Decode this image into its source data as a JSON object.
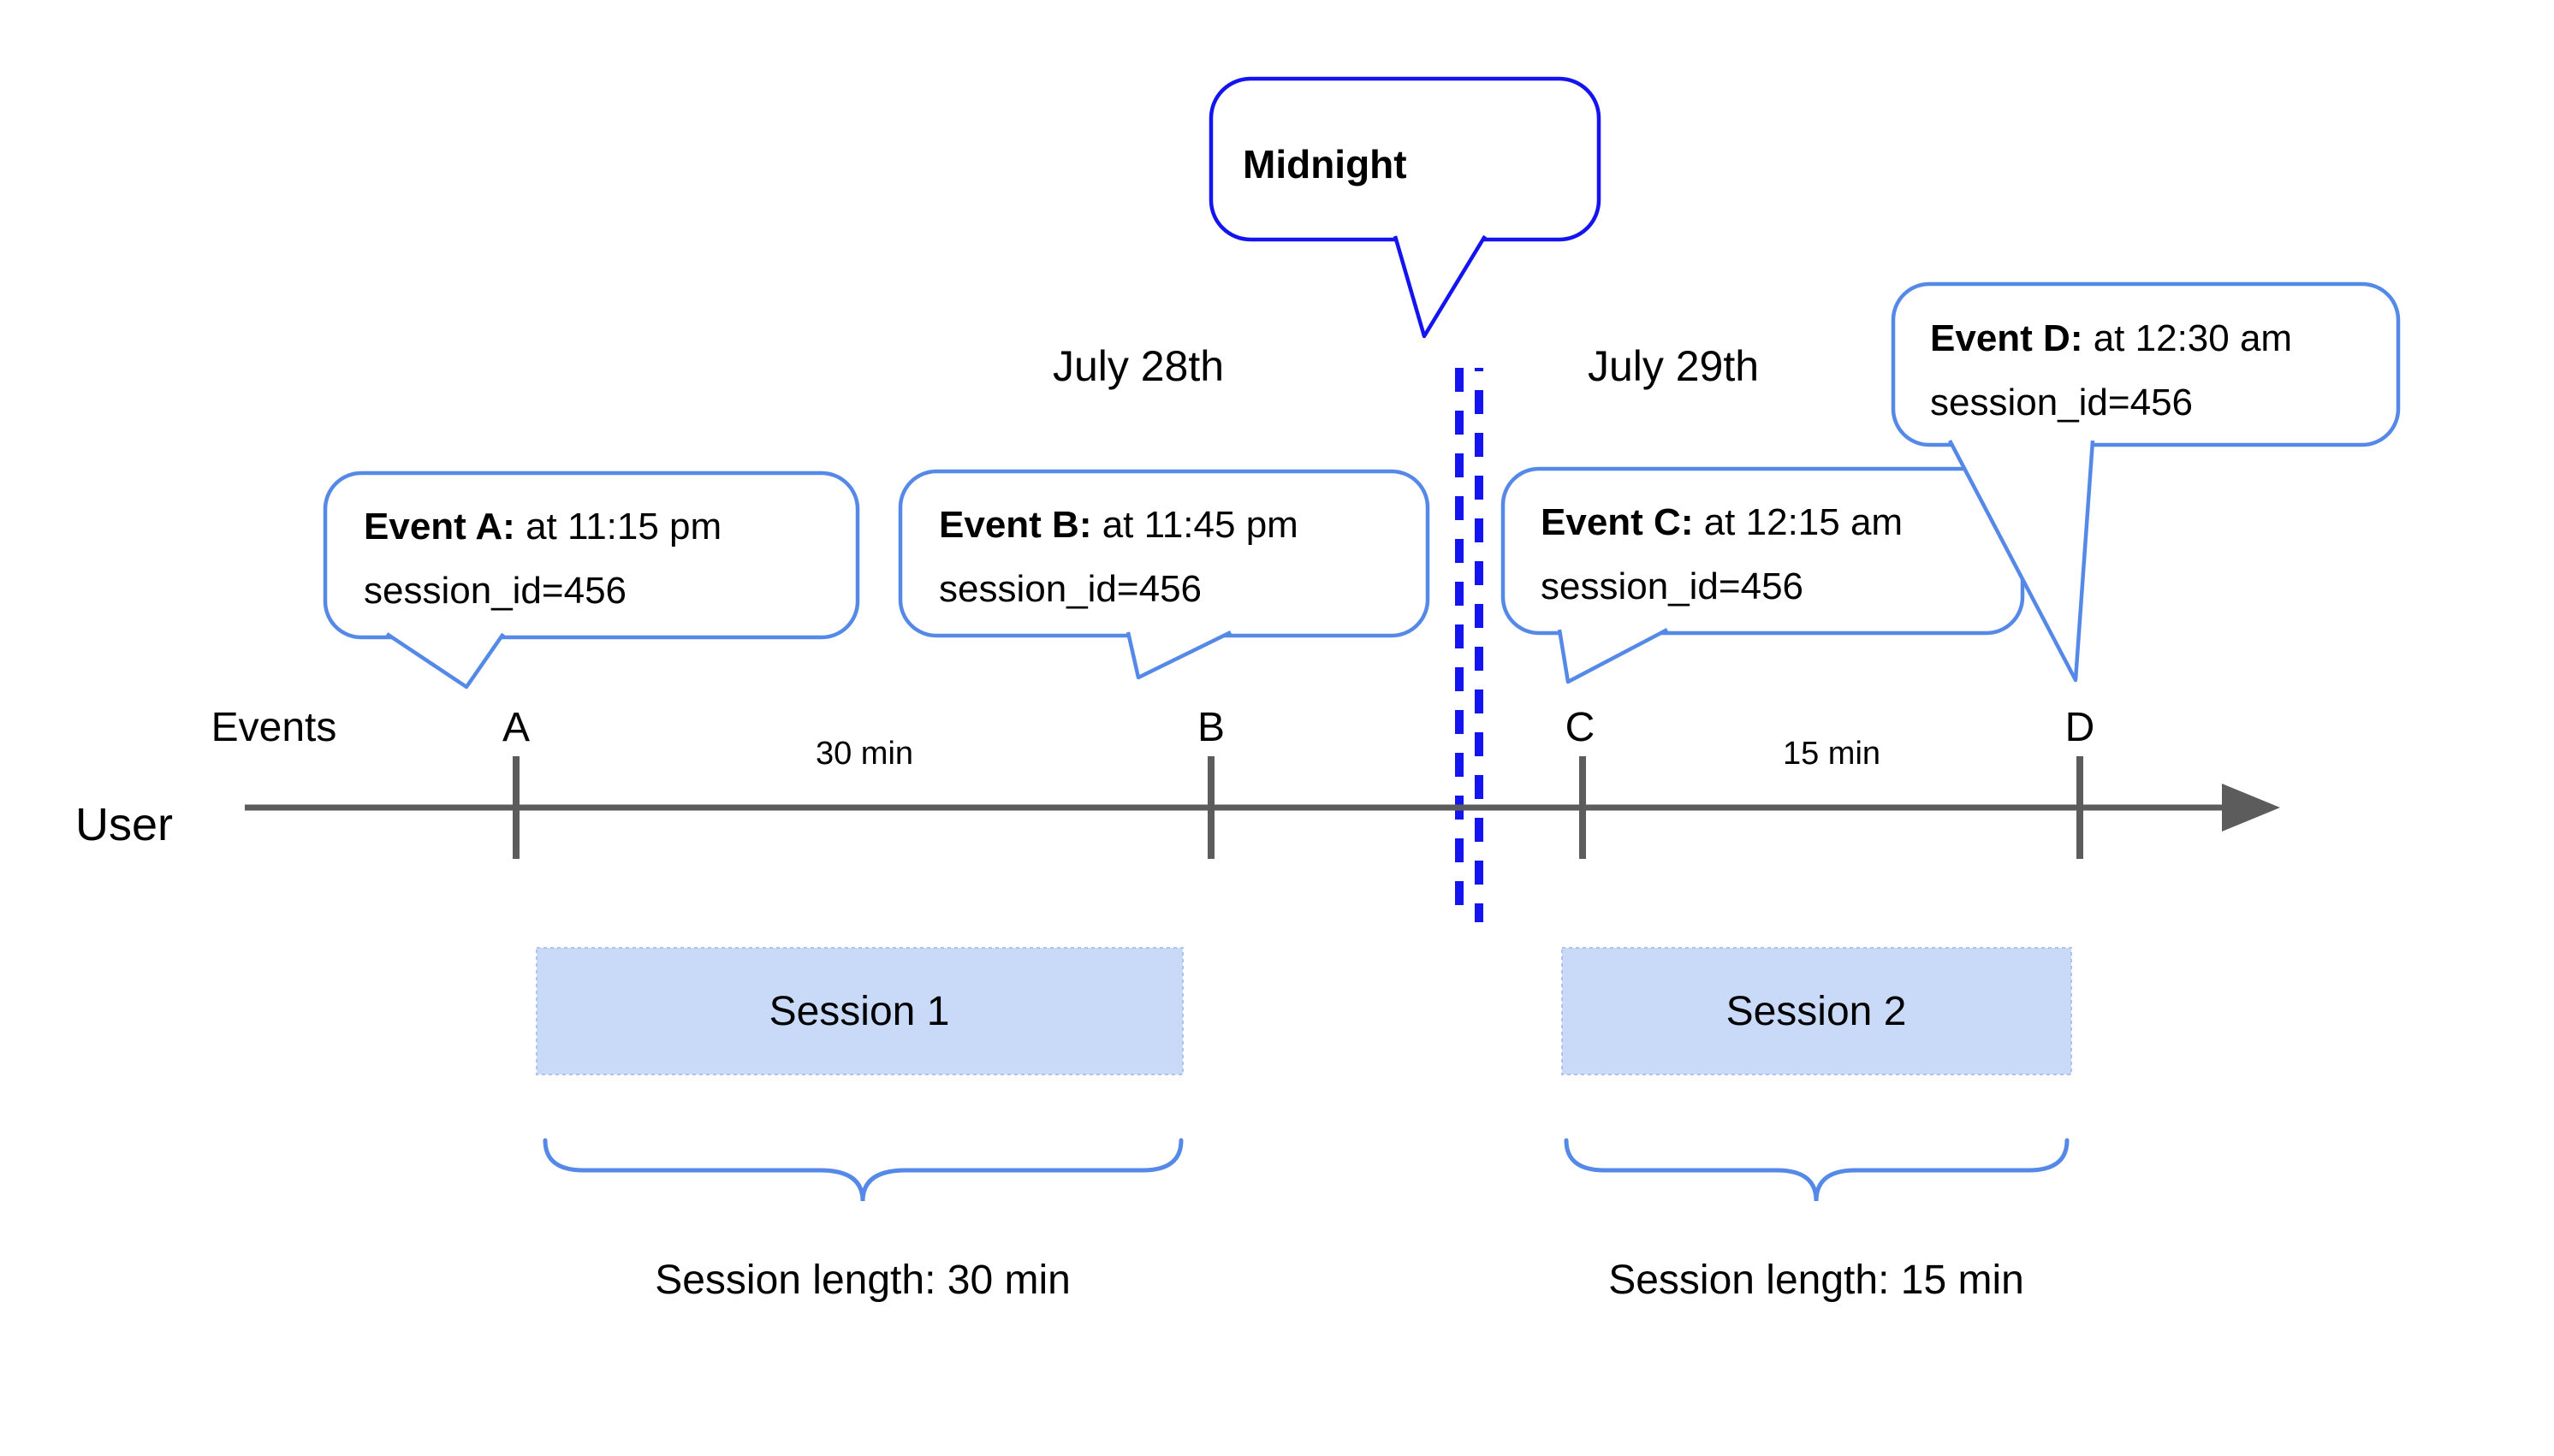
{
  "diagram": {
    "dates": {
      "left": "July 28th",
      "right": "July 29th"
    },
    "midnight_callout": {
      "label": "Midnight"
    },
    "event_callouts": [
      {
        "title": "Event A:",
        "time": " at 11:15 pm",
        "session": "session_id=456"
      },
      {
        "title": "Event B:",
        "time": " at 11:45 pm",
        "session": "session_id=456"
      },
      {
        "title": "Event C:",
        "time": " at 12:15 am",
        "session": "session_id=456"
      },
      {
        "title": "Event D:",
        "time": " at 12:30 am",
        "session": "session_id=456"
      }
    ],
    "axis": {
      "events_label": "Events",
      "user_label": "User",
      "ticks": [
        "A",
        "B",
        "C",
        "D"
      ],
      "interval_ab": "30 min",
      "interval_cd": "15 min"
    },
    "sessions": [
      {
        "label": "Session 1",
        "length_label": "Session length: 30 min"
      },
      {
        "label": "Session 2",
        "length_label": "Session length: 15 min"
      }
    ],
    "colors": {
      "callout-blue": "#5589E8",
      "midnight-blue": "#1414F0",
      "session-fill": "#C9DAF8",
      "axis-gray": "#5C5C5C",
      "text-black": "#000000"
    }
  }
}
